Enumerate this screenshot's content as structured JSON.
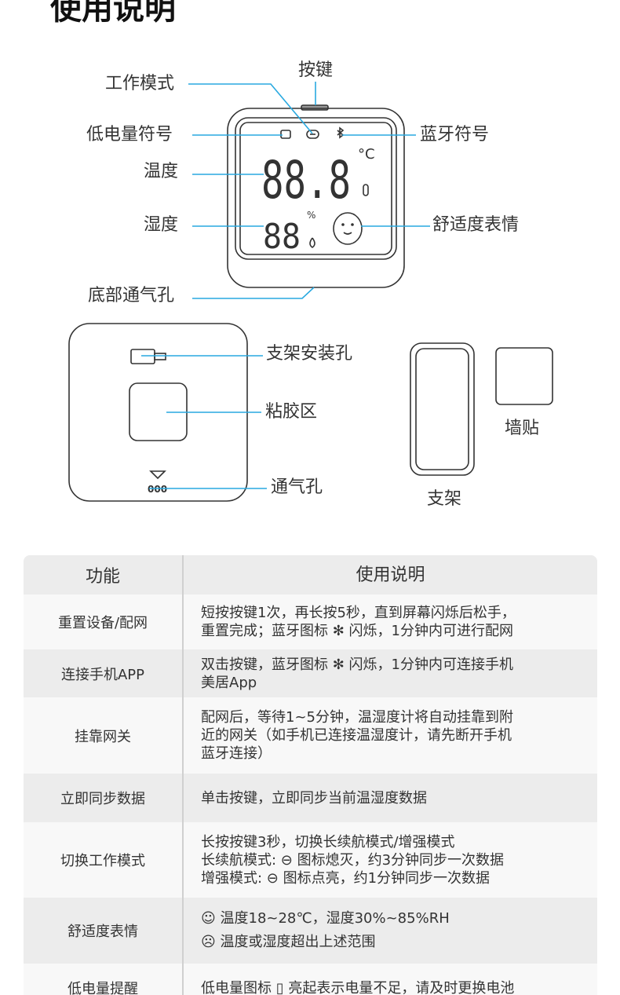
{
  "title": "使用说明",
  "front_labels": {
    "work_mode": "工作模式",
    "button": "按键",
    "low_battery": "低电量符号",
    "bluetooth": "蓝牙符号",
    "temperature": "温度",
    "humidity": "湿度",
    "comfort_face": "舒适度表情",
    "bottom_vent": "底部通气孔"
  },
  "display": {
    "temp_digits": "88.8",
    "temp_unit": "°C",
    "hum_digits": "88",
    "hum_unit": "%"
  },
  "back_labels": {
    "bracket_hole": "支架安装孔",
    "adhesive_area": "粘胶区",
    "vent": "通气孔",
    "vent_mark": "000",
    "bracket": "支架",
    "wall_sticker": "墙贴"
  },
  "line_color": "#29a9e0",
  "table": {
    "headers": [
      "功能",
      "使用说明"
    ],
    "rows": [
      {
        "func": "重置设备/配网",
        "desc": [
          "短按按键1次，再长按5秒，直到屏幕闪烁后松手，",
          "重置完成；蓝牙图标 ✻ 闪烁，1分钟内可进行配网"
        ]
      },
      {
        "func": "连接手机APP",
        "desc": [
          "双击按键，蓝牙图标 ✻ 闪烁，1分钟内可连接手机",
          "美居App"
        ]
      },
      {
        "func": "挂靠网关",
        "desc": [
          "配网后，等待1~5分钟，温湿度计将自动挂靠到附",
          "近的网关（如手机已连接温湿度计，请先断开手机",
          "蓝牙连接）"
        ]
      },
      {
        "func": "立即同步数据",
        "desc": [
          "单击按键，立即同步当前温湿度数据"
        ]
      },
      {
        "func": "切换工作模式",
        "desc": [
          "长按按键3秒，切换长续航模式/增强模式",
          "长续航模式: ⊖ 图标熄灭，约3分钟同步一次数据",
          "增强模式: ⊖ 图标点亮，约1分钟同步一次数据"
        ]
      },
      {
        "func": "舒适度表情",
        "desc": [
          "☺ 温度18~28℃，湿度30%~85%RH",
          "☹ 温度或湿度超出上述范围"
        ]
      },
      {
        "func": "低电量提醒",
        "desc": [
          "低电量图标 ▯ 亮起表示电量不足，请及时更换电池"
        ]
      }
    ]
  }
}
